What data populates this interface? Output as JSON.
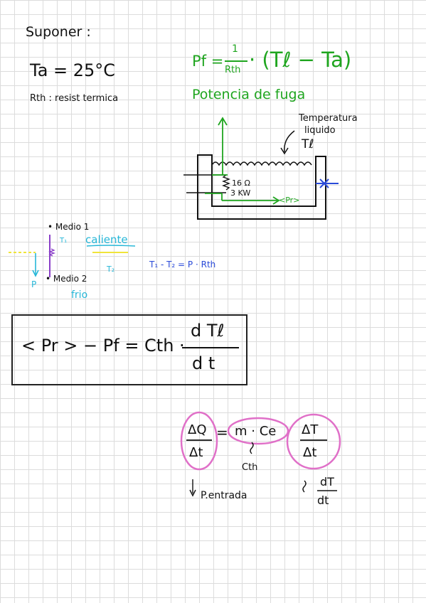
{
  "header": {
    "suponer": "Suponer :"
  },
  "givens": {
    "ta_eq": "Ta = 25°C",
    "rth_note": "Rth : resist termica"
  },
  "fuga_formula": {
    "lhs": "Pf =",
    "num": "1",
    "den": "Rth",
    "paren": "· (Tℓ − Ta)",
    "caption": "Potencia de fuga"
  },
  "tank": {
    "temp_label_1": "Temperatura",
    "temp_label_2": "liquido",
    "te_label": "Tℓ",
    "resistor_1": "16 Ω",
    "resistor_2": "3 KW",
    "power_label": "<Pr>"
  },
  "layers": {
    "medio1": "• Medio 1",
    "caliente": "caliente",
    "t1": "T₁",
    "t2": "T₂",
    "p": "P",
    "medio2": "• Medio 2",
    "frio": "frio",
    "relation": "T₁ - T₂ = P · Rth"
  },
  "main_equation": {
    "lhs": "< Pr > − Pf = Cth ·",
    "num": "d Tℓ",
    "den": "d t"
  },
  "energy_eq": {
    "dq_num": "ΔQ",
    "dq_den": "Δt",
    "eq": "=",
    "mce": "m · Ce",
    "dot": "·",
    "dt_num": "ΔT",
    "dt_den": "Δt",
    "cth": "Cth",
    "pentrada": "P.entrada",
    "deriv_num": "dT",
    "deriv_den": "dt"
  },
  "colors": {
    "ink": "#111111",
    "green": "#1fa51f",
    "blue": "#2a4ad8",
    "cyan": "#26b7d8",
    "yellow": "#f0e43a",
    "purple": "#8a3fc8",
    "pink": "#e070c8",
    "grid": "#dcdcdc"
  }
}
